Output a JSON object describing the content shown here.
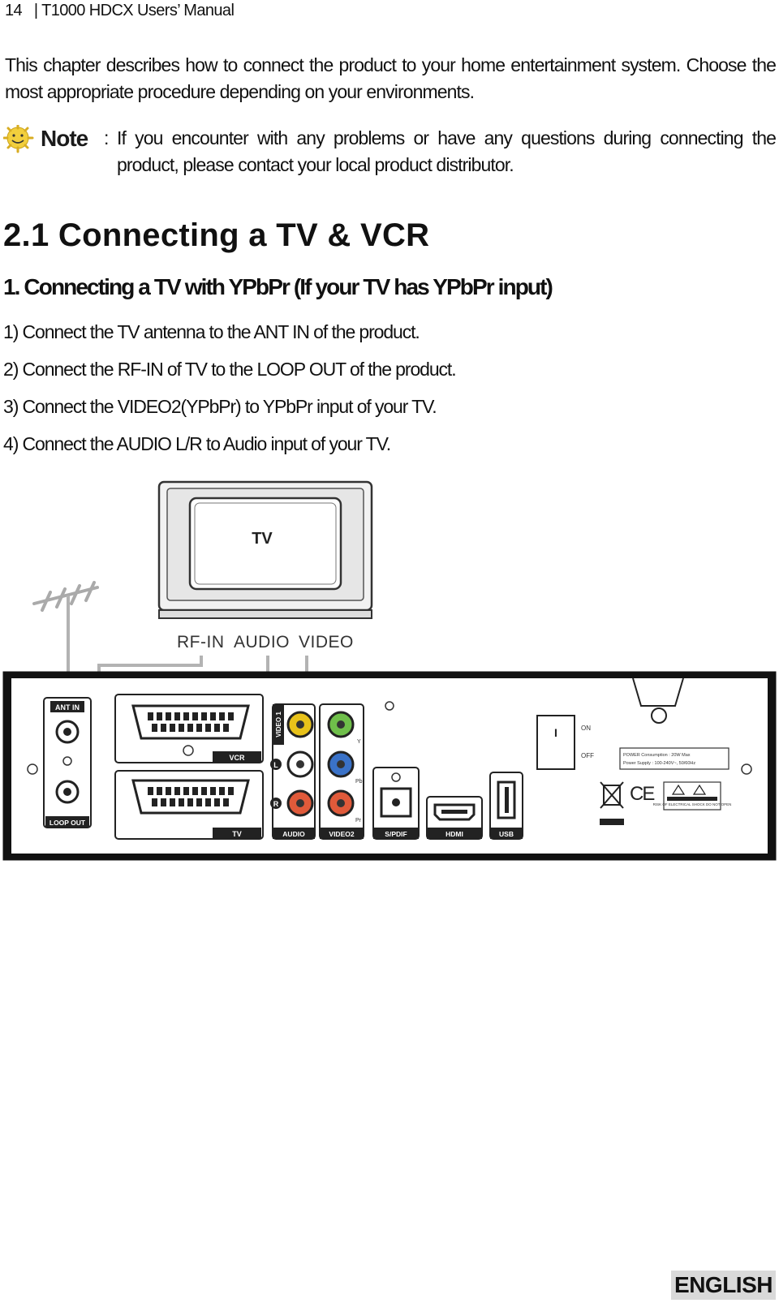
{
  "header": {
    "page_number": "14",
    "manual_title": "| T1000 HDCX Users’ Manual"
  },
  "intro": "This chapter describes how to connect the product to your home entertainment system. Choose the most appropriate procedure depending on your environments.",
  "note": {
    "label": "Note",
    "colon": ":",
    "text": "If you encounter with any problems or have any questions during connecting the product, please contact your local product distributor."
  },
  "section": {
    "title": "2.1 Connecting a TV & VCR",
    "subtitle": "1. Connecting a TV with YPbPr (If your TV has YPbPr input)",
    "steps": [
      "1) Connect the TV antenna to the ANT IN of the product.",
      "2) Connect the RF-IN of TV to the LOOP OUT of the product.",
      "3) Connect the VIDEO2(YPbPr) to YPbPr input of your TV.",
      "4) Connect the AUDIO L/R to Audio input of your TV."
    ]
  },
  "diagram": {
    "tv_label": "TV",
    "tv_inputs": {
      "rf_in": "RF-IN",
      "audio": "AUDIO",
      "video": "VIDEO"
    },
    "panel": {
      "ant_in": "ANT IN",
      "loop_out": "LOOP OUT",
      "scart_vcr": "VCR",
      "scart_tv": "TV",
      "video1": "VIDEO 1",
      "audio": "AUDIO",
      "video2": "VIDEO2",
      "audio_l": "L",
      "audio_r": "R",
      "y": "Y",
      "pb": "Pb",
      "pr": "Pr",
      "spdif": "S/PDIF",
      "hdmi": "HDMI",
      "usb": "USB",
      "switch_on": "ON",
      "switch_off": "OFF",
      "switch_mark": "I",
      "power_line1": "POWER Consumption : 20W Max",
      "power_line2": "Power Supply : 100-240V~, 50/60Hz",
      "ce_mark": "CE",
      "caution": "RISK OF ELECTRICAL SHOCK DO NOT OPEN"
    },
    "colors": {
      "video1_jack": "#e8c21a",
      "audio_l_jack": "#ffffff",
      "audio_r_jack": "#e05a3a",
      "y_jack": "#6fbf4a",
      "pb_jack": "#3a72c8",
      "pr_jack": "#e05a3a",
      "cable": "#b3b3b3",
      "panel_frame": "#111111"
    }
  },
  "footer": {
    "language": "ENGLISH"
  }
}
